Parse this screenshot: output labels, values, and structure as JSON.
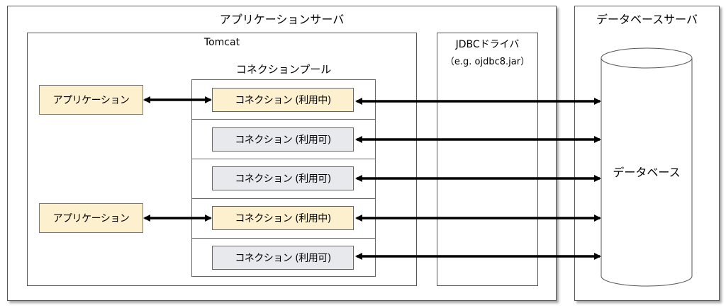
{
  "colors": {
    "in_use_fill": "#fdf0cf",
    "available_fill": "#e8e9ed",
    "app_fill": "#fdf0cf",
    "border": "#555555",
    "arrow": "#000000"
  },
  "app_server": {
    "title": "アプリケーションサーバ"
  },
  "tomcat": {
    "title": "Tomcat"
  },
  "pool": {
    "title": "コネクションプール",
    "connections": [
      {
        "label": "コネクション (利用中)",
        "state": "in-use"
      },
      {
        "label": "コネクション (利用可)",
        "state": "available"
      },
      {
        "label": "コネクション (利用可)",
        "state": "available"
      },
      {
        "label": "コネクション (利用中)",
        "state": "in-use"
      },
      {
        "label": "コネクション (利用可)",
        "state": "available"
      }
    ]
  },
  "applications": [
    {
      "label": "アプリケーション"
    },
    {
      "label": "アプリケーション"
    }
  ],
  "jdbc": {
    "title": "JDBCドライバ",
    "subtitle": "（e.g. ojdbc8.jar）"
  },
  "db_server": {
    "title": "データベースサーバ"
  },
  "database": {
    "label": "データベース"
  }
}
